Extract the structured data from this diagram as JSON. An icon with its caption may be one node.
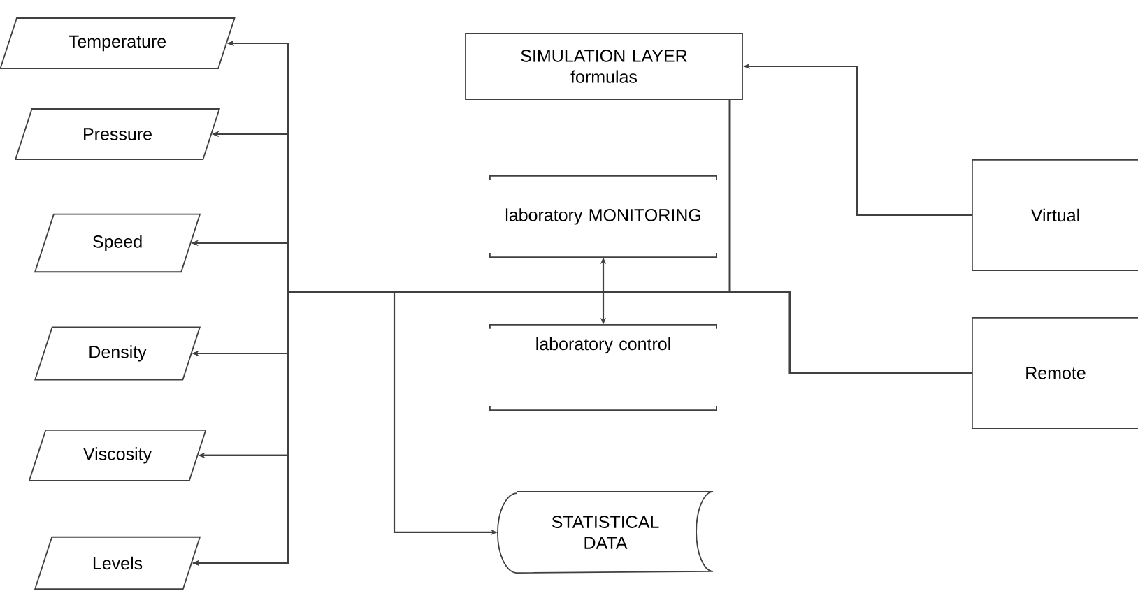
{
  "diagram": {
    "nodes": [
      {
        "text": [
          "Temperature"
        ]
      },
      {
        "text": [
          "Pressure"
        ]
      },
      {
        "text": [
          "Speed"
        ]
      },
      {
        "text": [
          "Density"
        ]
      },
      {
        "text": [
          "Viscosity"
        ]
      },
      {
        "text": [
          "Levels"
        ]
      },
      {
        "text": [
          "SIMULATION LAYER",
          "formulas"
        ]
      },
      {
        "text": [
          "laboratory MONITORING"
        ]
      },
      {
        "text": [
          "laboratory control"
        ]
      },
      {
        "text": [
          "STATISTICAL DATA"
        ]
      },
      {
        "text": [
          "Virtual"
        ]
      },
      {
        "text": [
          "Remote"
        ]
      }
    ],
    "edges": [
      {
        "from": 11,
        "to": 0,
        "arrow": "to"
      },
      {
        "from": 11,
        "to": 1,
        "arrow": "to"
      },
      {
        "from": 11,
        "to": 2,
        "arrow": "to"
      },
      {
        "from": 11,
        "to": 3,
        "arrow": "to"
      },
      {
        "from": 11,
        "to": 4,
        "arrow": "to"
      },
      {
        "from": 11,
        "to": 5,
        "arrow": "to"
      },
      {
        "from": 6,
        "to": 0,
        "arrow": "to"
      },
      {
        "from": 6,
        "to": 1,
        "arrow": "to"
      },
      {
        "from": 6,
        "to": 2,
        "arrow": "to"
      },
      {
        "from": 6,
        "to": 3,
        "arrow": "to"
      },
      {
        "from": 6,
        "to": 4,
        "arrow": "to"
      },
      {
        "from": 6,
        "to": 5,
        "arrow": "to"
      },
      {
        "from": 11,
        "to": 9,
        "arrow": "to"
      },
      {
        "from": 10,
        "to": 6,
        "arrow": "to"
      },
      {
        "from": 7,
        "to": 8,
        "arrow": "both"
      }
    ]
  }
}
